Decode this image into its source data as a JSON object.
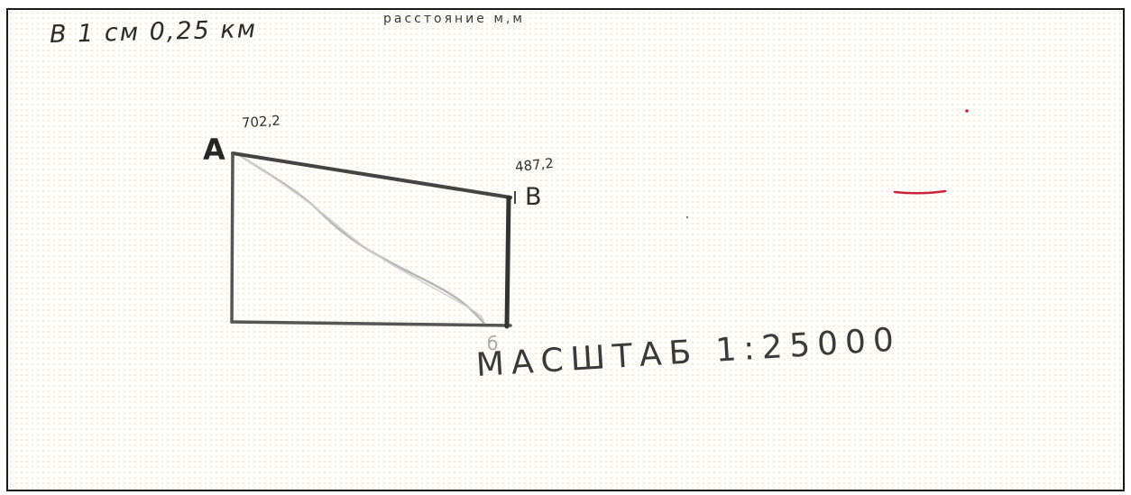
{
  "sheet": {
    "note_scale": "В 1 см 0,25 км",
    "note_distance": "расстояние м,м",
    "point_a": "A",
    "value_a": "702,2",
    "point_b_upper": "B",
    "value_b": "487,2",
    "point_b_lower": "б",
    "scale_label": "МАСШТАБ 1:25000"
  },
  "colors": {
    "ink": "#2b2b2b",
    "pencil": "#b5b5b5",
    "red_mark": "#c8243c",
    "border": "#1a1a1a"
  }
}
